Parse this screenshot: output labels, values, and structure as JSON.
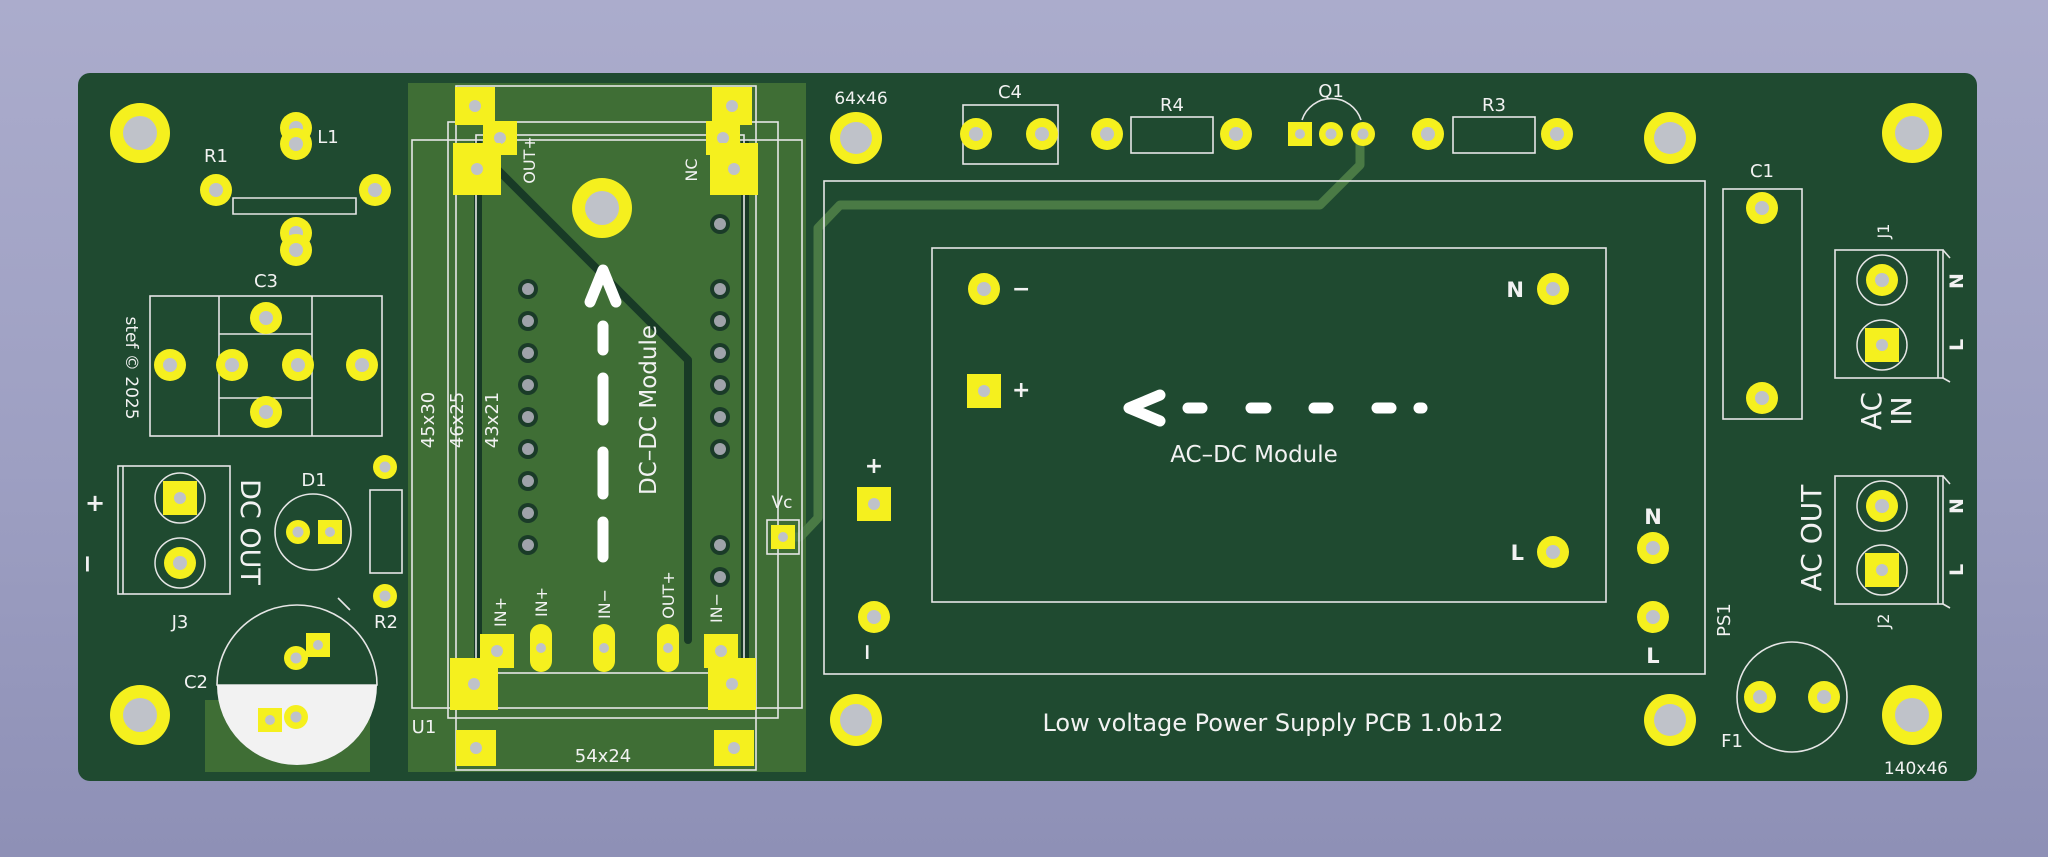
{
  "board": {
    "title": "Low voltage Power Supply PCB 1.0b12",
    "copyright": "stef © 2025",
    "board_size": "140x46",
    "colors": {
      "background": "#a5a6c8",
      "board": "#1f4a30",
      "module_area": "#3f6e35",
      "pad": "#f5f01e",
      "hole": "#bfc2c9",
      "silkscreen": "#f2f2f2",
      "trace": "#4a7a45"
    }
  },
  "dcdc_module": {
    "label": "DC–DC Module",
    "outlines": [
      "45x30",
      "46x25",
      "43x21",
      "54x24"
    ],
    "pins": {
      "out_plus_top": "OUT+",
      "nc": "NC",
      "in_plus_a": "IN+",
      "in_plus_b": "IN+",
      "in_minus_a": "IN−",
      "out_plus_bottom": "OUT+",
      "in_minus_b": "IN−",
      "vc": "Vc"
    }
  },
  "acdc_module": {
    "label": "AC–DC Module",
    "pins": {
      "minus": "−",
      "plus": "+",
      "n": "N",
      "l": "L"
    },
    "plus_outer": "+",
    "minus_outer": "−",
    "n_outer": "N",
    "l_outer": "L"
  },
  "mount_label": "64x46",
  "components": {
    "r1": "R1",
    "l1": "L1",
    "c3": "C3",
    "d1": "D1",
    "r2": "R2",
    "j3": "J3",
    "c2": "C2",
    "u1": "U1",
    "c4": "C4",
    "r4": "R4",
    "q1": "Q1",
    "r3": "R3",
    "c1": "C1",
    "j1": "J1",
    "j2": "J2",
    "ps1": "PS1",
    "f1": "F1"
  },
  "connectors": {
    "dc_out": {
      "title": "DC OUT",
      "plus": "+",
      "minus": "−"
    },
    "ac_in": {
      "title_line1": "AC",
      "title_line2": "IN",
      "n": "N",
      "l": "L"
    },
    "ac_out": {
      "title": "AC OUT",
      "n": "N",
      "l": "L"
    }
  }
}
